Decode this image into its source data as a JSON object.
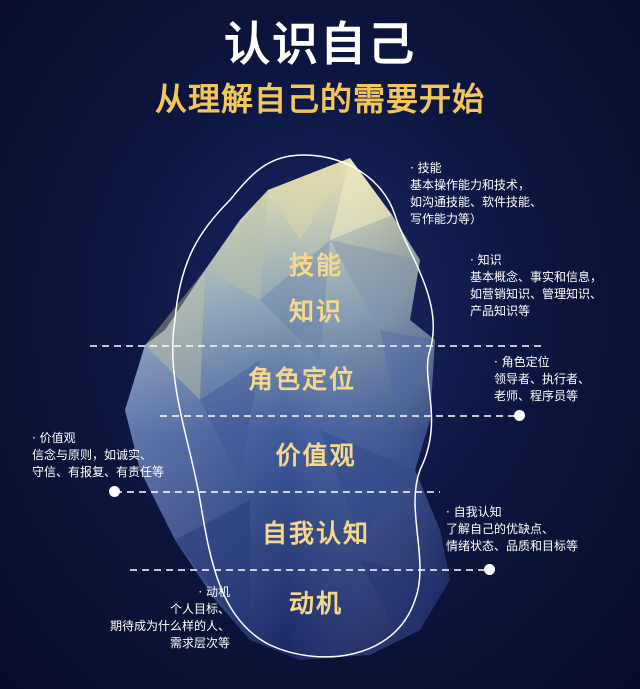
{
  "title": "认识自己",
  "subtitle": "从理解自己的需要开始",
  "layers": [
    "技能",
    "知识",
    "角色定位",
    "价值观",
    "自我认知",
    "动机"
  ],
  "notes": {
    "skill": {
      "heading": "· 技能",
      "lines": [
        "基本操作能力和技术，",
        "如沟通技能、软件技能、",
        "写作能力等）"
      ]
    },
    "knowledge": {
      "heading": "· 知识",
      "lines": [
        "基本概念、事实和信息，",
        "如营销知识、管理知识、",
        "产品知识等"
      ]
    },
    "role": {
      "heading": "· 角色定位",
      "lines": [
        "领导者、执行者、",
        "老师、程序员等"
      ]
    },
    "values": {
      "heading": "· 价值观",
      "lines": [
        "信念与原则，如诚实、",
        "守信、有报复、有责任等"
      ]
    },
    "self": {
      "heading": "· 自我认知",
      "lines": [
        "了解自己的优缺点、",
        "情绪状态、品质和目标等"
      ]
    },
    "motive": {
      "heading": "· 动机",
      "lines": [
        "个人目标、",
        "期待成为什么样的人、",
        "需求层次等"
      ]
    }
  },
  "colors": {
    "background": "#0d1640",
    "title": "#ffffff",
    "subtitle": "#f3c65c",
    "layer_text": "#f6d88a",
    "ice_top": "#e8e0a8",
    "ice_deep": "#1e2e6e"
  }
}
